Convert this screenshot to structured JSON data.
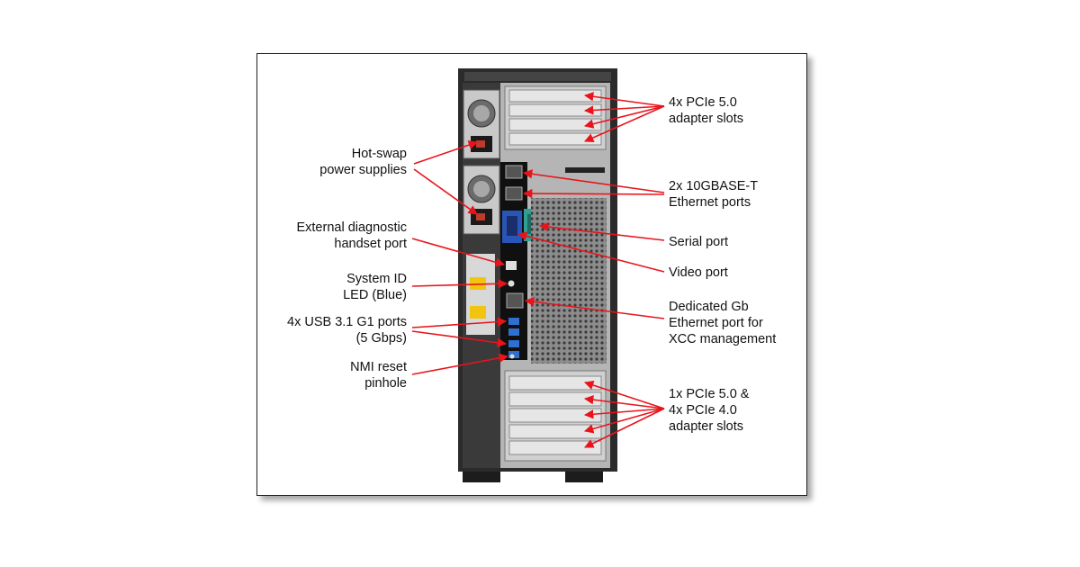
{
  "labels": {
    "hot_swap_1": "Hot-swap",
    "hot_swap_2": "power supplies",
    "ext_diag_1": "External diagnostic",
    "ext_diag_2": "handset port",
    "sys_id_1": "System ID",
    "sys_id_2": "LED (Blue)",
    "usb_1": "4x USB 3.1 G1 ports",
    "usb_2": "(5 Gbps)",
    "nmi_1": "NMI reset",
    "nmi_2": "pinhole",
    "pcie5_1": "4x PCIe 5.0",
    "pcie5_2": "adapter slots",
    "eth10g_1": "2x 10GBASE-T",
    "eth10g_2": "Ethernet ports",
    "serial": "Serial port",
    "video": "Video port",
    "xcc_1": "Dedicated Gb",
    "xcc_2": "Ethernet port for",
    "xcc_3": "XCC management",
    "mixed_1": "1x PCIe 5.0 &",
    "mixed_2": "4x PCIe 4.0",
    "mixed_3": "adapter slots"
  },
  "colors": {
    "arrow": "#e8141b",
    "chassis_dark": "#2b2b2b",
    "chassis_silver": "#b5b5b5",
    "video_port": "#2a55b8",
    "serial_port": "#2f9e93",
    "usb_port": "#2f6fd0"
  }
}
